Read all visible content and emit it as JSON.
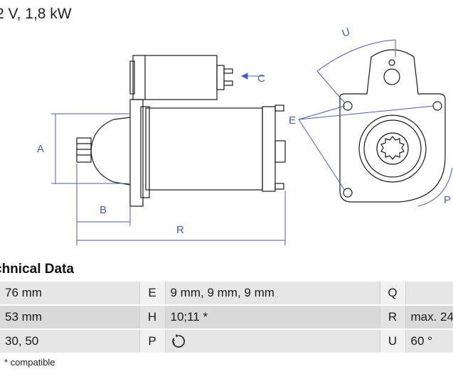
{
  "heading": "2 V, 1,8 kW",
  "drawing_labels": {
    "A": "A",
    "B": "B",
    "C": "C",
    "E": "E",
    "P": "P",
    "R": "R",
    "U": "U"
  },
  "section_title": "chnical Data",
  "table": {
    "rows": [
      {
        "v1": "76 mm",
        "k2": "E",
        "v2": "9 mm, 9 mm, 9 mm",
        "k3": "Q",
        "v3": ""
      },
      {
        "v1": "53 mm",
        "k2": "H",
        "v2": "10;11 *",
        "k3": "R",
        "v3": "max. 24"
      },
      {
        "v1": "30, 50",
        "k2": "P",
        "v2": "",
        "k3": "U",
        "v3": "60 °"
      }
    ]
  },
  "footnote": "* compatible",
  "icons": {
    "rotation": "clockwise-rotation-icon"
  },
  "colors": {
    "line": "#1a1a1a",
    "dimension": "#4a5fb0",
    "row_light": "#e6e6e6",
    "row_dark": "#d9d9d9"
  }
}
